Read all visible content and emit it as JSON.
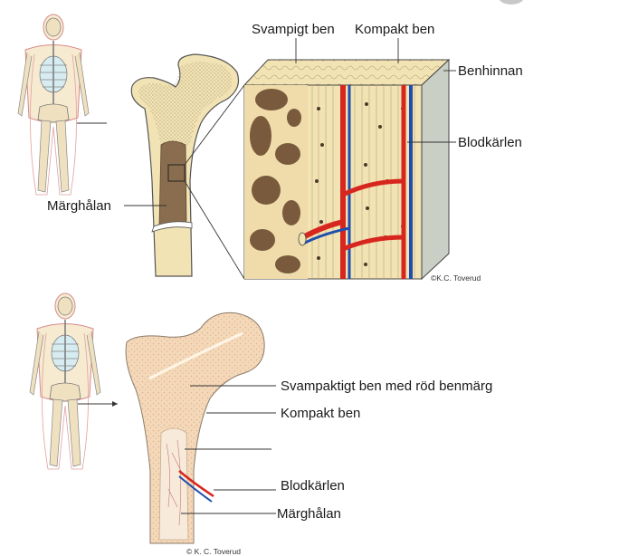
{
  "top_panel": {
    "labels": {
      "spongy": "Svampigt ben",
      "compact": "Kompakt ben",
      "periosteum": "Benhinnan",
      "vessels": "Blodkärlen",
      "marrow_cavity": "Märghålan"
    },
    "credit": "©K.C. Toverud"
  },
  "bottom_panel": {
    "labels": {
      "spongy_red_marrow": "Svampaktigt ben med röd benmärg",
      "compact": "Kompakt ben",
      "vessels": "Blodkärlen",
      "marrow_cavity": "Märghålan"
    },
    "credit": "© K. C. Toverud"
  },
  "colors": {
    "bone": "#f2e3b4",
    "bone_outline": "#555555",
    "marrow_dark": "#8a6d4f",
    "artery": "#d7261e",
    "vein": "#1e4fb0",
    "pink_marrow": "#f1c7b4"
  }
}
